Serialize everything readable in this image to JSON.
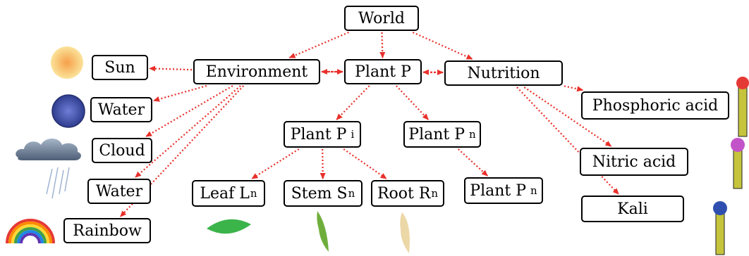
{
  "nodes": {
    "world": {
      "label": "World"
    },
    "environment": {
      "label": "Environment"
    },
    "plant_p": {
      "label": "Plant P"
    },
    "nutrition": {
      "label": "Nutrition"
    },
    "sun": {
      "label": "Sun"
    },
    "water_1": {
      "label": "Water"
    },
    "cloud": {
      "label": "Cloud"
    },
    "water_2": {
      "label": "Water"
    },
    "rainbow": {
      "label": "Rainbow"
    },
    "plant_pi": {
      "label": "Plant P",
      "sub": "i"
    },
    "plant_pn": {
      "label": "Plant P",
      "sub": "n"
    },
    "leaf": {
      "label": "Leaf L",
      "sub": "n"
    },
    "stem": {
      "label": "Stem S",
      "sub": "n"
    },
    "root": {
      "label": "Root R",
      "sub": "n"
    },
    "plant_pn_2": {
      "label": "Plant P",
      "sub": "n"
    },
    "phosphoric_acid": {
      "label": "Phosphoric acid"
    },
    "nitric_acid": {
      "label": "Nitric acid"
    },
    "kali": {
      "label": "Kali"
    }
  },
  "edges": [
    [
      "world",
      "environment"
    ],
    [
      "world",
      "plant_p"
    ],
    [
      "world",
      "nutrition"
    ],
    [
      "environment",
      "plant_p"
    ],
    [
      "plant_p",
      "environment"
    ],
    [
      "plant_p",
      "nutrition"
    ],
    [
      "nutrition",
      "plant_p"
    ],
    [
      "environment",
      "sun"
    ],
    [
      "environment",
      "water_1"
    ],
    [
      "environment",
      "cloud"
    ],
    [
      "environment",
      "water_2"
    ],
    [
      "environment",
      "rainbow"
    ],
    [
      "plant_p",
      "plant_pi"
    ],
    [
      "plant_p",
      "plant_pn"
    ],
    [
      "plant_pi",
      "leaf"
    ],
    [
      "plant_pi",
      "stem"
    ],
    [
      "plant_pi",
      "root"
    ],
    [
      "plant_pn",
      "plant_pn_2"
    ],
    [
      "nutrition",
      "phosphoric_acid"
    ],
    [
      "nutrition",
      "nitric_acid"
    ],
    [
      "nutrition",
      "kali"
    ]
  ],
  "style": {
    "edge_color": "#e8302a",
    "box_border": "#000000",
    "text_color": "#000000"
  },
  "decorations": [
    {
      "name": "sun-icon"
    },
    {
      "name": "water-drop-icon"
    },
    {
      "name": "cloud-icon"
    },
    {
      "name": "rain-icon"
    },
    {
      "name": "rainbow-icon"
    },
    {
      "name": "leaf-icon"
    },
    {
      "name": "stem-icon"
    },
    {
      "name": "root-icon"
    },
    {
      "name": "phosphoric-acid-gauge-icon"
    },
    {
      "name": "nitric-acid-gauge-icon"
    },
    {
      "name": "kali-gauge-icon"
    }
  ]
}
